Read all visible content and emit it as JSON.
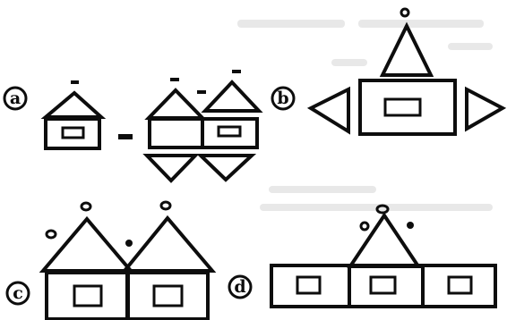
{
  "options": [
    {
      "label": "a"
    },
    {
      "label": "b"
    },
    {
      "label": "c"
    },
    {
      "label": "d"
    }
  ],
  "colors": {
    "ink": "#0d0d0d",
    "paper": "#ffffff"
  }
}
